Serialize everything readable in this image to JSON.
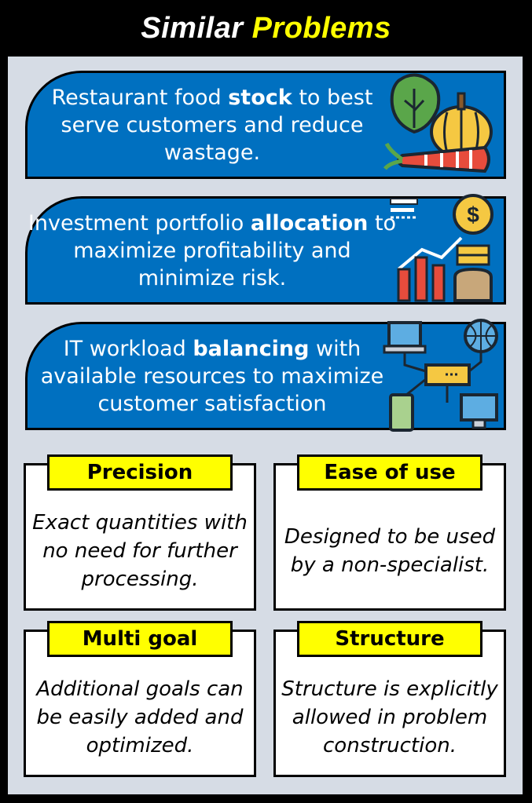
{
  "title": {
    "part1": "Similar",
    "part2": "Problems"
  },
  "colors": {
    "banner": "#0070c0",
    "title_highlight": "#ffff00",
    "panel": "#d6dce5"
  },
  "banners": [
    {
      "pre": "Restaurant food ",
      "bold": "stock",
      "post": " to best serve customers and reduce wastage.",
      "icon": "vegetables-icon"
    },
    {
      "pre": "Investment portfolio ",
      "bold": "allocation",
      "post": " to maximize profitability and minimize risk.",
      "icon": "investment-chart-icon"
    },
    {
      "pre": "IT workload ",
      "bold": "balancing",
      "post": " with available resources to maximize customer satisfaction",
      "icon": "network-devices-icon"
    }
  ],
  "cards": [
    {
      "title": "Precision",
      "body": "Exact quantities with no need for further processing."
    },
    {
      "title": "Ease of use",
      "body": "Designed to be used by a non-specialist."
    },
    {
      "title": "Multi goal",
      "body": "Additional goals can be easily added and optimized."
    },
    {
      "title": "Structure",
      "body": "Structure is explicitly allowed in problem construction."
    }
  ]
}
